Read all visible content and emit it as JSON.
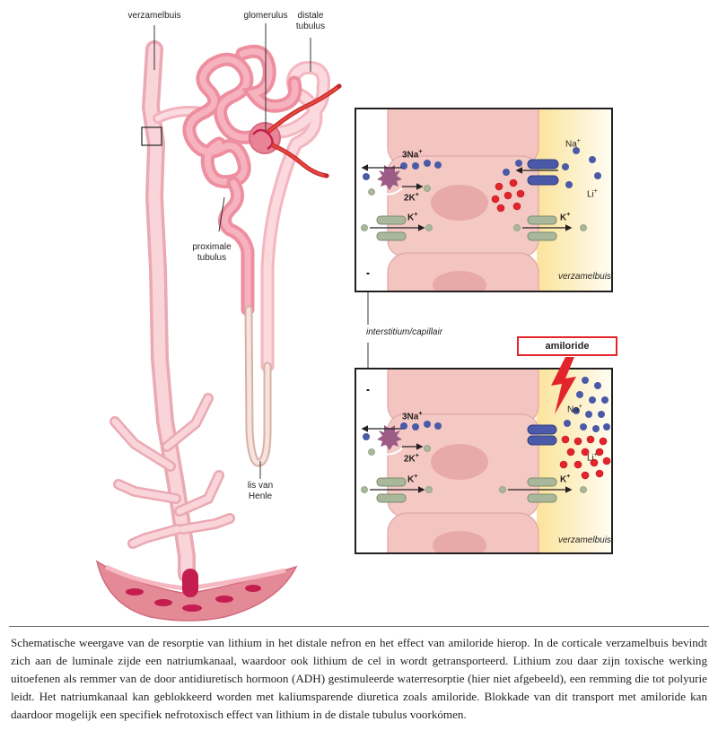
{
  "labels": {
    "verzamelbuis": "verzamelbuis",
    "glomerulus": "glomerulus",
    "distale_line1": "distale",
    "distale_line2": "tubulus",
    "proximale_line1": "proximale",
    "proximale_line2": "tubulus",
    "lis_line1": "lis van",
    "lis_line2": "Henle",
    "interstitium": "interstitium/capillair",
    "amiloride": "amiloride"
  },
  "panel_top": {
    "na3": "3Na",
    "k2": "2K",
    "k_left": "K",
    "na": "Na",
    "li": "Li",
    "k_right": "K",
    "tubule_name": "verzamelbuis",
    "plus": "+"
  },
  "panel_bottom": {
    "na3": "3Na",
    "k2": "2K",
    "k_left": "K",
    "na": "Na",
    "li": "Li",
    "k_right": "K",
    "tubule_name": "verzamelbuis",
    "plus": "+"
  },
  "colors": {
    "nephron_pink": "#f4a6b4",
    "nephron_light": "#f9cdd3",
    "cell_pink": "#f4c9c4",
    "lumen_yellow": "#fdf0c4",
    "sodium_blue": "#4a5aa8",
    "lithium_red": "#e3242b",
    "potassium_green": "#a9b89a",
    "pump_mauve": "#9c5c86",
    "accent_red": "#e3242b"
  },
  "caption": "Schematische weergave van de resorptie van lithium in het distale nefron en het effect van amiloride hierop. In de corticale verzamelbuis bevindt zich aan de luminale zijde een natriumkanaal, waardoor ook lithium de cel in wordt getransporteerd. Lithium zou daar zijn toxische werking uitoefenen als remmer van de door antidiuretisch hormoon (ADH) gestimuleerde waterresorptie (hier niet afgebeeld), een remming die tot polyurie leidt. Het natriumkanaal kan geblokkeerd worden met kaliumsparende diuretica zoals amiloride. Blokkade van dit transport met amiloride kan daardoor mogelijk een specifiek nefrotoxisch effect van lithium in de distale tubulus voorkómen."
}
